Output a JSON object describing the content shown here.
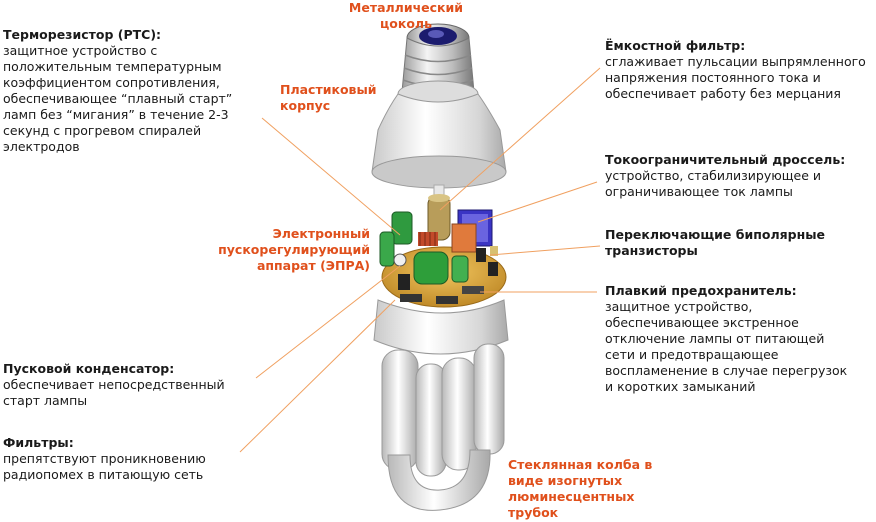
{
  "labels": {
    "thermistor": {
      "title": "Терморезистор (PTC):",
      "lines": [
        "защитное устройство с",
        "положительным температурным",
        "коэффициентом сопротивления,",
        "обеспечивающее “плавный старт”",
        "ламп без “мигания” в течение 2-3",
        "секунд с прогревом спиралей",
        "электродов"
      ]
    },
    "starter_capacitor": {
      "title": "Пусковой конденсатор:",
      "lines": [
        "обеспечивает непосредственный",
        "старт лампы"
      ]
    },
    "filters": {
      "title": "Фильтры:",
      "lines": [
        "препятствуют проникновению",
        "радиопомех в питающую сеть"
      ]
    },
    "capacitive_filter": {
      "title": "Ёмкостной фильтр:",
      "lines": [
        "сглаживает пульсации выпрямленного",
        "напряжения постоянного тока и",
        "обеспечивает работу без мерцания"
      ]
    },
    "choke": {
      "title": "Токоограничительный дроссель:",
      "lines": [
        "устройство, стабилизирующее и",
        "ограничивающее ток лампы"
      ]
    },
    "transistors": {
      "title": "Переключающие биполярные",
      "lines": [
        "транзисторы"
      ]
    },
    "fuse": {
      "title": "Плавкий предохранитель:",
      "lines": [
        "защитное устройство,",
        "обеспечивающее экстренное",
        "отключение лампы от питающей",
        "сети и предотвращающее",
        "воспламенение в случае перегрузок",
        "и коротких замыканий"
      ]
    }
  },
  "callouts": {
    "base": [
      "Металлический",
      "цоколь"
    ],
    "housing": [
      "Пластиковый",
      "корпус"
    ],
    "ballast": [
      "Электронный",
      "пускорегулирующий",
      "аппарат (ЭПРА)"
    ],
    "bulb": [
      "Стеклянная колба в",
      "виде изогнутых",
      "люминесцентных",
      "трубок"
    ]
  },
  "colors": {
    "accent": "#e0501c",
    "leader": "#f0a060",
    "text": "#1a1a1a",
    "background": "#ffffff"
  }
}
